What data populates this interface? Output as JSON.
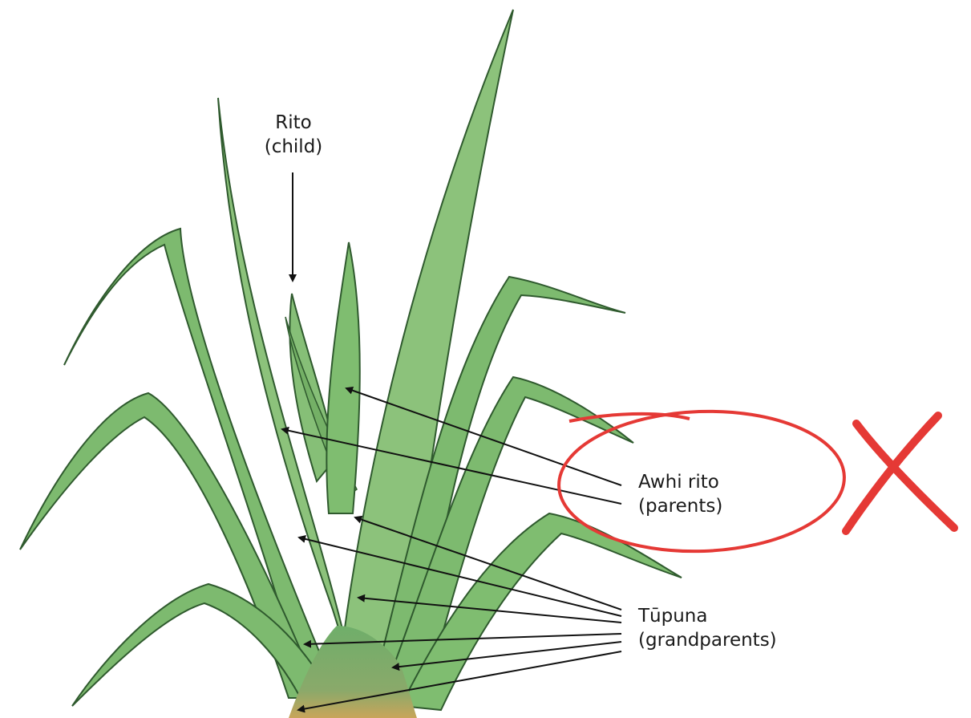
{
  "labels": {
    "rito": {
      "name": "Rito",
      "translation": "(child)"
    },
    "awhi_rito": {
      "name": "Awhi rito",
      "translation": "(parents)"
    },
    "tupuna": {
      "name": "Tūpuna",
      "translation": "(grandparents)"
    }
  },
  "colors": {
    "leaf_fill": "#7dba6f",
    "leaf_dark": "#4f8a49",
    "leaf_edge": "#2f5a2e",
    "base_brown": "#b8a05a",
    "annotation_red": "#e53935",
    "arrow": "#111111"
  },
  "icons": {
    "mark": "cross-mark-icon",
    "ellipse": "highlight-ellipse"
  }
}
